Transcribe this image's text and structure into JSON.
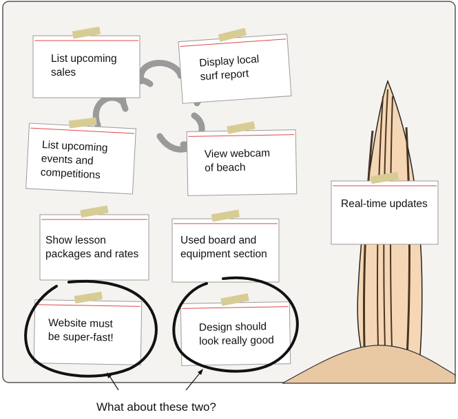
{
  "colors": {
    "board_background": "#f4f3f0",
    "board_border": "#555555",
    "card_fill": "#ffffff",
    "card_line": "#e04545",
    "tape": "#d8cc95",
    "cloud": "#9a9a9a",
    "surfboard": "#f5d7b5",
    "surfboard_stripe": "#4a3422",
    "sand": "#e9c9a4",
    "ink": "#111111"
  },
  "notes": [
    {
      "lines": [
        "List upcoming",
        "sales"
      ]
    },
    {
      "lines": [
        "Display local",
        "surf report"
      ]
    },
    {
      "lines": [
        "List upcoming",
        "events and",
        "competitions"
      ]
    },
    {
      "lines": [
        "View webcam",
        "of beach"
      ]
    },
    {
      "lines": [
        "Show lesson",
        "packages and rates"
      ]
    },
    {
      "lines": [
        "Used board and",
        "equipment section"
      ]
    },
    {
      "lines": [
        "Website must",
        "be super-fast!"
      ],
      "circled": true
    },
    {
      "lines": [
        "Design should",
        "look really good"
      ],
      "circled": true
    },
    {
      "lines": [
        "Real-time updates"
      ],
      "on_surfboard": true
    }
  ],
  "caption": "What about these two?"
}
